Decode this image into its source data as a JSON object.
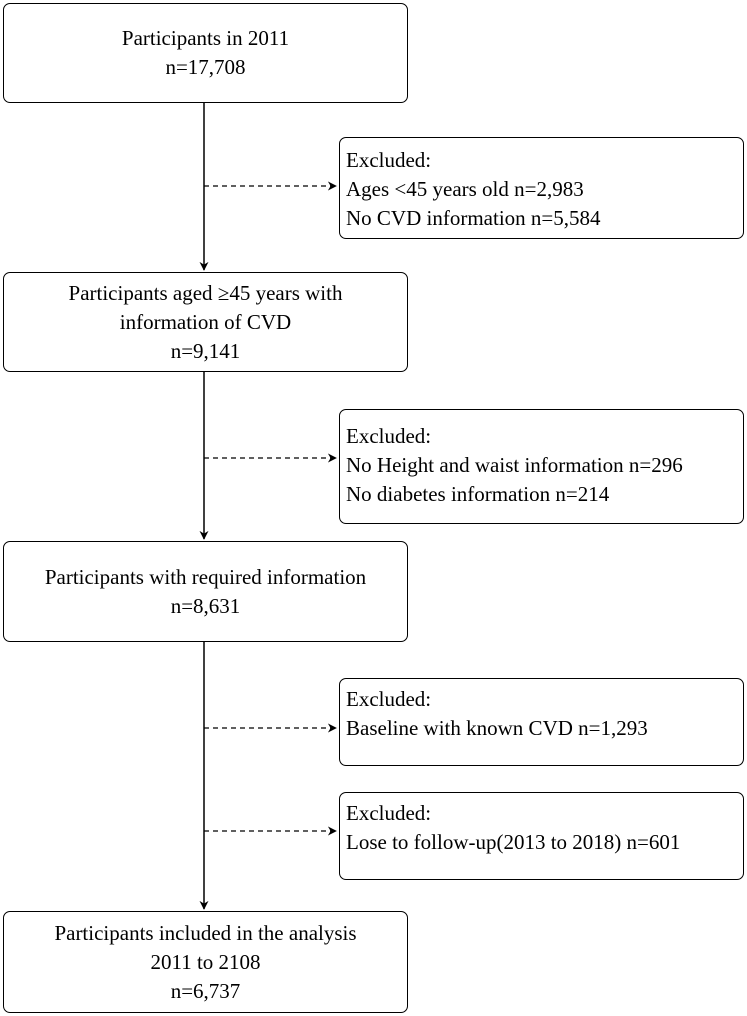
{
  "diagram": {
    "stages": [
      {
        "id": "participants-2011",
        "lines": [
          "Participants in 2011",
          "n=17,708"
        ]
      },
      {
        "id": "aged-45-with-cvd",
        "lines": [
          "Participants aged ≥45 years with",
          "information of CVD",
          "n=9,141"
        ]
      },
      {
        "id": "required-information",
        "lines": [
          "Participants with required information",
          "n=8,631"
        ]
      },
      {
        "id": "included-analysis",
        "lines": [
          "Participants included in the analysis",
          "2011 to 2108",
          "n=6,737"
        ]
      }
    ],
    "exclusions": [
      {
        "id": "exclusion-1",
        "lines": [
          "Excluded:",
          "Ages <45 years old n=2,983",
          "No CVD information n=5,584"
        ]
      },
      {
        "id": "exclusion-2",
        "lines": [
          "Excluded:",
          "No Height and waist information n=296",
          "No diabetes information n=214"
        ]
      },
      {
        "id": "exclusion-3",
        "lines": [
          "Excluded:",
          "Baseline with known CVD n=1,293"
        ]
      },
      {
        "id": "exclusion-4",
        "lines": [
          "Excluded:",
          "Lose to follow-up(2013 to 2018) n=601"
        ]
      }
    ]
  }
}
